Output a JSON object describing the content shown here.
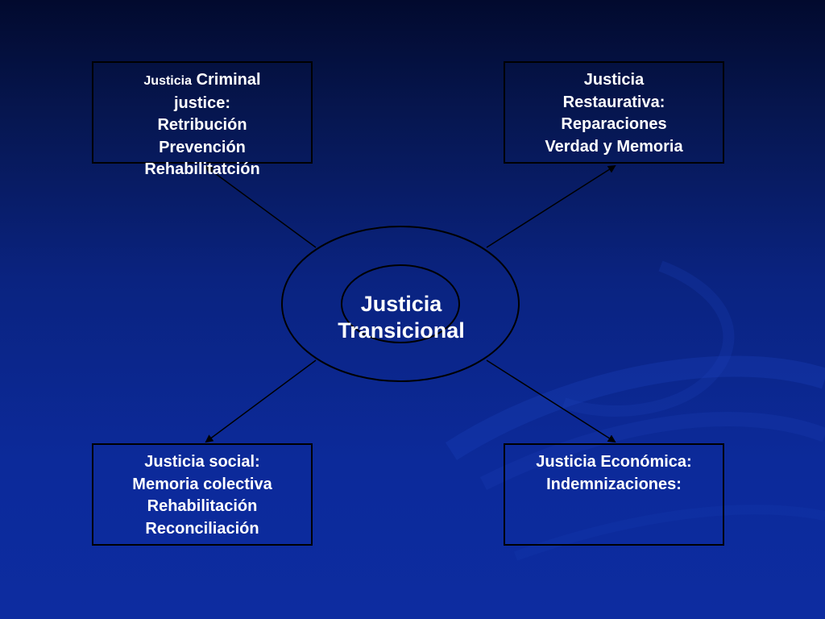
{
  "center": {
    "line1": "Justicia",
    "line2": "Transicional"
  },
  "boxes": {
    "top_left": {
      "prefix": "Justicia",
      "line1_rest": "Criminal",
      "line2": "justice:",
      "line3": "Retribución",
      "line4": "Prevención",
      "line5": "Rehabilitatción"
    },
    "top_right": {
      "line1": "Justicia",
      "line2": "Restaurativa:",
      "line3": "Reparaciones",
      "line4": "Verdad y Memoria"
    },
    "bottom_left": {
      "line1": "Justicia social:",
      "line2": "Memoria colectiva",
      "line3": "Rehabilitación",
      "line4": "Reconciliación"
    },
    "bottom_right": {
      "line1": "Justicia Económica:",
      "line2": "Indemnizaciones:"
    }
  },
  "colors": {
    "background_top": "#020a2e",
    "background_bottom": "#0d2ca0",
    "text": "#ffffff",
    "stroke": "#000000"
  }
}
